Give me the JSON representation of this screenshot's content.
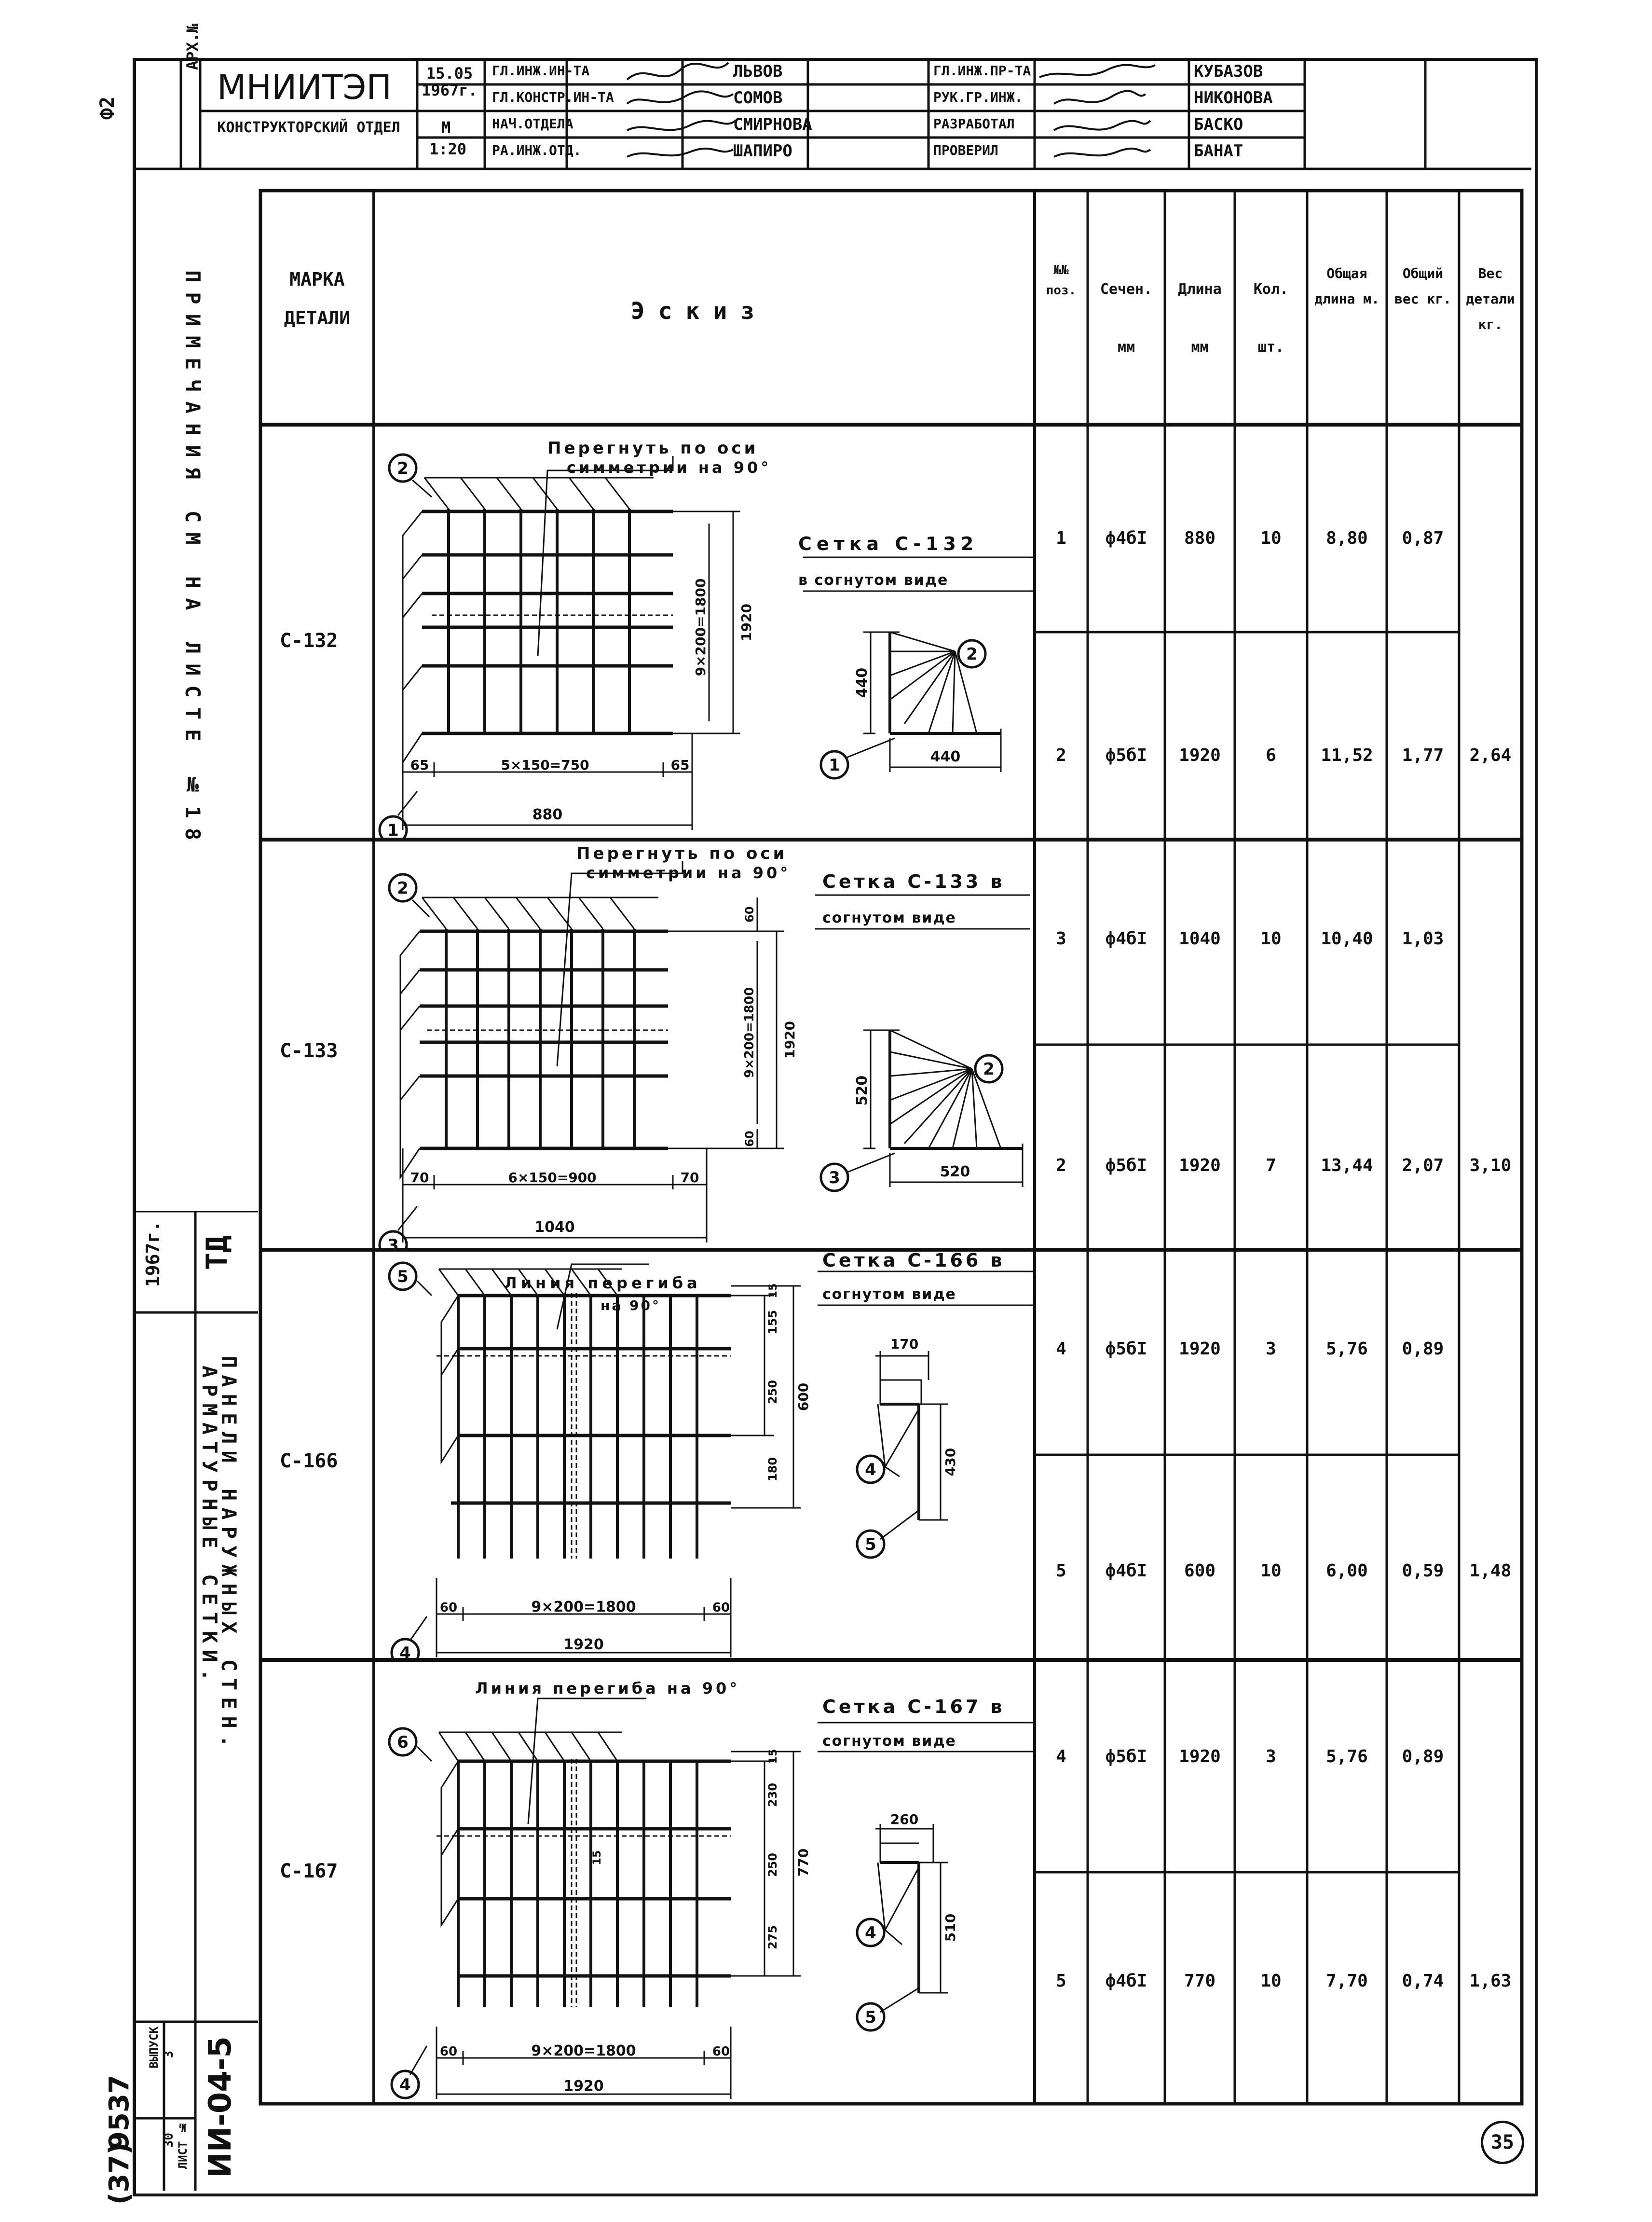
{
  "titleblock": {
    "org": "МНИИТЭП",
    "arch_no_label": "АРХ.№",
    "dept": "КОНСТРУКТОРСКИЙ ОТДЕЛ",
    "date": "15.05 1967г.",
    "scale_label": "М",
    "scale": "1:20",
    "roles": [
      [
        "ГЛ.ИНЖ.ИН-ТА",
        "ЛЬВОВ",
        "ГЛ.ИНЖ.ПР-ТА",
        "КУБАЗОВ"
      ],
      [
        "ГЛ.КОНСТР.ИН-ТА",
        "СОМОВ",
        "РУК.ГР.ИНЖ.",
        "НИКОНОВА"
      ],
      [
        "НАЧ.ОТДЕЛА",
        "СМИРНОВА",
        "РАЗРАБОТАЛ",
        "БАСКО"
      ],
      [
        "РА.ИНЖ.ОТД.",
        "ШАПИРО",
        "ПРОВЕРИЛ",
        "БАНАТ"
      ]
    ]
  },
  "margin": {
    "sheet_code": "Ф2",
    "note": "ПРИМЕЧАНИЯ СМ НА ЛИСТЕ №18",
    "td": "ТД",
    "year": "1967г.",
    "title1": "ПАНЕЛИ НАРУЖНЫХ СТЕН.",
    "title2": "АРМАТУРНЫЕ СЕТКИ.",
    "series": "ИИ-04-5",
    "issue_label": "ВЫПУСК",
    "issue": "3",
    "sheet_label": "ЛИСТ №",
    "sheet": "30",
    "inv": "9537",
    "inv2": "(37)",
    "page_circle": "35"
  },
  "headers": {
    "mark": "МАРКА ДЕТАЛИ",
    "sketch": "Эскиз",
    "pos": "№№ поз.",
    "section": "Сечен. мм",
    "length": "Длина мм",
    "qty": "Кол. шт.",
    "total_length": "Общая длина м.",
    "total_weight": "Общий вес кг.",
    "detail_weight": "Вес детали кг."
  },
  "rows": [
    {
      "mark": "С-132",
      "note1": "Перегнуть по оси",
      "note2": "симметрии на 90°",
      "title1": "Сетка С-132",
      "title2": "в согнутом виде",
      "dims": {
        "left": "65",
        "mid": "5×150=750",
        "right": "65",
        "total": "880",
        "vert": "9×200=1800",
        "vtotal": "1920",
        "bent_v": "440",
        "bent_h": "440"
      },
      "bubbles": [
        "2",
        "1",
        "2",
        "1"
      ],
      "items": [
        {
          "pos": "1",
          "section": "ф4бI",
          "length": "880",
          "qty": "10",
          "total_len": "8,80",
          "total_w": "0,87"
        },
        {
          "pos": "2",
          "section": "ф5бI",
          "length": "1920",
          "qty": "6",
          "total_len": "11,52",
          "total_w": "1,77"
        }
      ],
      "detail_weight": "2,64"
    },
    {
      "mark": "С-133",
      "note1": "Перегнуть по оси",
      "note2": "симметрии на 90°",
      "title1": "Сетка С-133 в",
      "title2": "согнутом виде",
      "dims": {
        "left": "70",
        "mid": "6×150=900",
        "right": "70",
        "total": "1040",
        "vert": "9×200=1800",
        "vtotal": "1920",
        "top": "60",
        "bot": "60",
        "bent_v": "520",
        "bent_h": "520"
      },
      "bubbles": [
        "2",
        "3",
        "2",
        "3"
      ],
      "items": [
        {
          "pos": "3",
          "section": "ф4бI",
          "length": "1040",
          "qty": "10",
          "total_len": "10,40",
          "total_w": "1,03"
        },
        {
          "pos": "2",
          "section": "ф5бI",
          "length": "1920",
          "qty": "7",
          "total_len": "13,44",
          "total_w": "2,07"
        }
      ],
      "detail_weight": "3,10"
    },
    {
      "mark": "С-166",
      "note1": "Линия перегиба",
      "note2": "на 90°",
      "title1": "Сетка С-166 в",
      "title2": "согнутом виде",
      "dims": {
        "left": "60",
        "mid": "9×200=1800",
        "right": "60",
        "total": "1920",
        "v1": "15",
        "v2": "155",
        "v3": "250",
        "v4": "180",
        "vtotal": "600",
        "bent_top": "170",
        "bent_v": "430"
      },
      "bubbles": [
        "5",
        "4",
        "4",
        "5"
      ],
      "items": [
        {
          "pos": "4",
          "section": "ф5бI",
          "length": "1920",
          "qty": "3",
          "total_len": "5,76",
          "total_w": "0,89"
        },
        {
          "pos": "5",
          "section": "ф4бI",
          "length": "600",
          "qty": "10",
          "total_len": "6,00",
          "total_w": "0,59"
        }
      ],
      "detail_weight": "1,48"
    },
    {
      "mark": "С-167",
      "note1": "Линия перегиба на 90°",
      "note2": "",
      "title1": "Сетка С-167 в",
      "title2": "согнутом виде",
      "dims": {
        "left": "60",
        "mid": "9×200=1800",
        "right": "60",
        "total": "1920",
        "v1": "15",
        "v2": "230",
        "v3": "250",
        "v4": "275",
        "vtotal": "770",
        "inner": "15",
        "bent_top": "260",
        "bent_v": "510"
      },
      "bubbles": [
        "6",
        "4",
        "4",
        "5"
      ],
      "items": [
        {
          "pos": "4",
          "section": "ф5бI",
          "length": "1920",
          "qty": "3",
          "total_len": "5,76",
          "total_w": "0,89"
        },
        {
          "pos": "5",
          "section": "ф4бI",
          "length": "770",
          "qty": "10",
          "total_len": "7,70",
          "total_w": "0,74"
        }
      ],
      "detail_weight": "1,63"
    }
  ]
}
